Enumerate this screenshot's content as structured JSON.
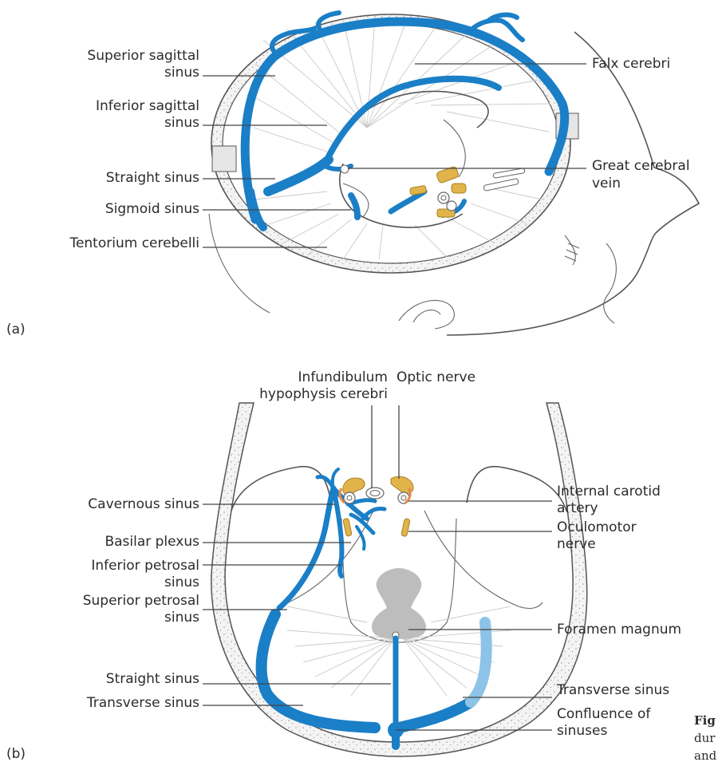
{
  "panel_a": {
    "tag": "(a)",
    "labels": {
      "superior_sagittal_1": "Superior sagittal",
      "superior_sagittal_2": "sinus",
      "inferior_sagittal_1": "Inferior sagittal",
      "inferior_sagittal_2": "sinus",
      "straight": "Straight sinus",
      "sigmoid": "Sigmoid sinus",
      "tentorium": "Tentorium cerebelli",
      "falx": "Falx cerebri",
      "great_cerebral_1": "Great cerebral",
      "great_cerebral_2": "vein"
    }
  },
  "panel_b": {
    "tag": "(b)",
    "labels": {
      "infundibulum_1": "Infundibulum",
      "infundibulum_2": "hypophysis cerebri",
      "optic": "Optic nerve",
      "cavernous": "Cavernous sinus",
      "basilar": "Basilar plexus",
      "inferior_petrosal_1": "Inferior petrosal",
      "inferior_petrosal_2": "sinus",
      "superior_petrosal_1": "Superior petrosal",
      "superior_petrosal_2": "sinus",
      "straight": "Straight sinus",
      "transverse_left": "Transverse sinus",
      "internal_carotid_1": "Internal carotid",
      "internal_carotid_2": "artery",
      "oculomotor_1": "Oculomotor",
      "oculomotor_2": "nerve",
      "foramen": "Foramen magnum",
      "transverse_right": "Transverse sinus",
      "confluence_1": "Confluence of",
      "confluence_2": "sinuses"
    }
  },
  "caption": {
    "line1": "Fig",
    "line2": "dur",
    "line3": "and"
  },
  "colors": {
    "sinus": "#1a7fc7",
    "sinus_light": "#8cc3e6",
    "nerve": "#e0b44a",
    "artery": "#e8894a",
    "foramen": "#bdbdbd"
  }
}
